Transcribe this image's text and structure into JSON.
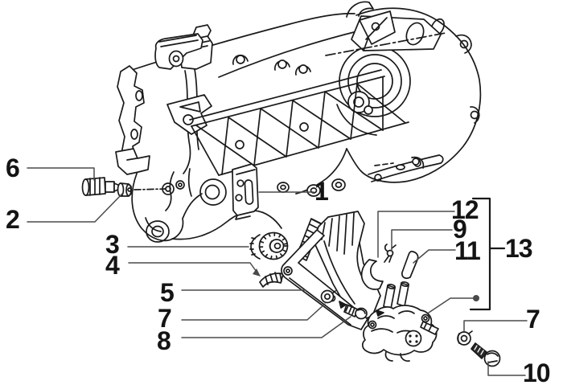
{
  "figure": {
    "background": "#ffffff",
    "ink": "#1a1a1a",
    "leader_color": "#4a4a4a"
  },
  "callouts": [
    {
      "id": "1",
      "label": "1"
    },
    {
      "id": "2",
      "label": "2"
    },
    {
      "id": "3",
      "label": "3"
    },
    {
      "id": "4",
      "label": "4"
    },
    {
      "id": "5",
      "label": "5"
    },
    {
      "id": "6",
      "label": "6"
    },
    {
      "id": "7-left",
      "label": "7"
    },
    {
      "id": "8",
      "label": "8"
    },
    {
      "id": "9",
      "label": "9"
    },
    {
      "id": "10",
      "label": "10"
    },
    {
      "id": "11",
      "label": "11"
    },
    {
      "id": "12",
      "label": "12"
    },
    {
      "id": "13",
      "label": "13"
    },
    {
      "id": "7-right",
      "label": "7"
    }
  ]
}
